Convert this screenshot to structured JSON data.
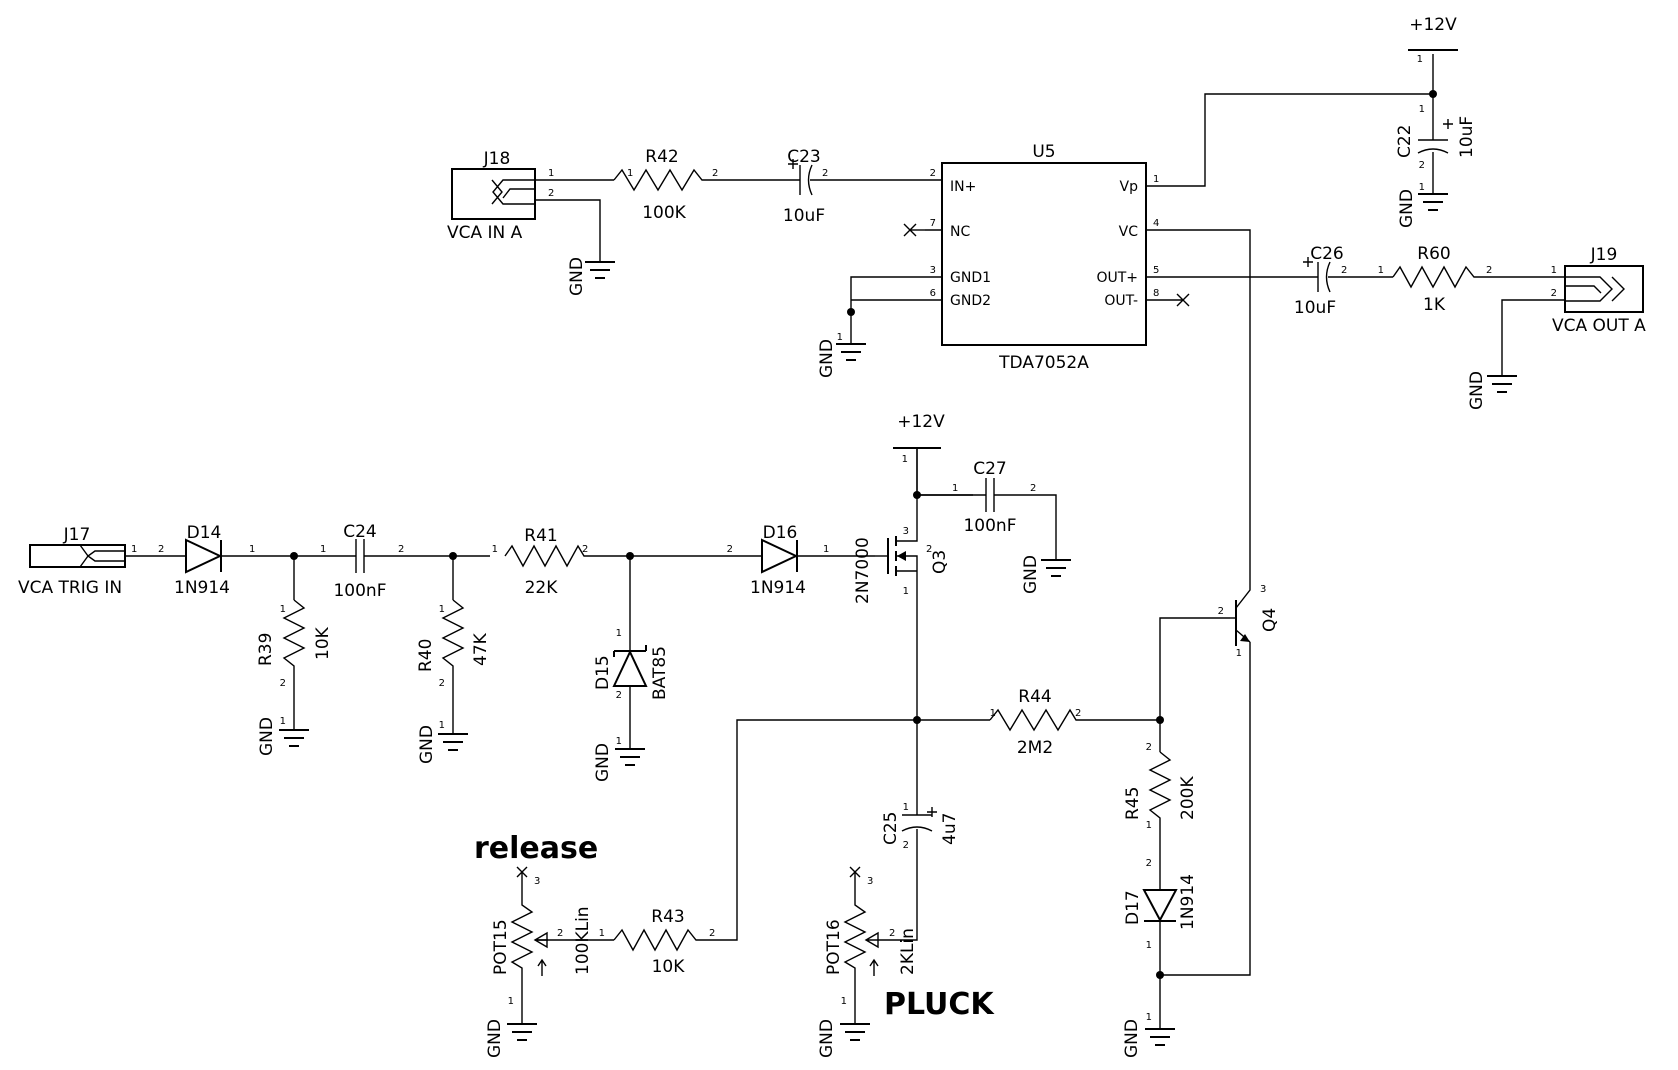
{
  "rails": {
    "vcc": "+12V",
    "gnd": "GND"
  },
  "pins": {
    "p1": "1",
    "p2": "2",
    "p3": "3",
    "p4": "4",
    "p5": "5",
    "p6": "6",
    "p7": "7",
    "p8": "8"
  },
  "u5": {
    "ref": "U5",
    "part": "TDA7052A",
    "pins": {
      "in_plus": "IN+",
      "nc": "NC",
      "gnd1": "GND1",
      "gnd2": "GND2",
      "vp": "Vp",
      "vc": "VC",
      "out_plus": "OUT+",
      "out_minus": "OUT-"
    }
  },
  "connectors": {
    "j18": {
      "ref": "J18",
      "label": "VCA  IN  A"
    },
    "j19": {
      "ref": "J19",
      "label": "VCA  OUT  A"
    },
    "j17": {
      "ref": "J17",
      "label": "VCA   TRIG  IN"
    }
  },
  "resistors": {
    "r42": {
      "ref": "R42",
      "value": "100K"
    },
    "r60": {
      "ref": "R60",
      "value": "1K"
    },
    "r41": {
      "ref": "R41",
      "value": "22K"
    },
    "r39": {
      "ref": "R39",
      "value": "10K"
    },
    "r40": {
      "ref": "R40",
      "value": "47K"
    },
    "r44": {
      "ref": "R44",
      "value": "2M2"
    },
    "r45": {
      "ref": "R45",
      "value": "200K"
    },
    "r43": {
      "ref": "R43",
      "value": "10K"
    }
  },
  "capacitors": {
    "c23": {
      "ref": "C23",
      "value": "10uF"
    },
    "c22": {
      "ref": "C22",
      "value": "10uF"
    },
    "c26": {
      "ref": "C26",
      "value": "10uF"
    },
    "c24": {
      "ref": "C24",
      "value": "100nF"
    },
    "c27": {
      "ref": "C27",
      "value": "100nF"
    },
    "c25": {
      "ref": "C25",
      "value": "4u7"
    }
  },
  "diodes": {
    "d14": {
      "ref": "D14",
      "value": "1N914"
    },
    "d16": {
      "ref": "D16",
      "value": "1N914"
    },
    "d15": {
      "ref": "D15",
      "value": "BAT85"
    },
    "d17": {
      "ref": "D17",
      "value": "1N914"
    }
  },
  "transistors": {
    "q3": {
      "ref": "Q3",
      "value": "2N7000"
    },
    "q4": {
      "ref": "Q4"
    }
  },
  "pots": {
    "pot15": {
      "ref": "POT15",
      "value": "100KLin"
    },
    "pot16": {
      "ref": "POT16",
      "value": "2KLin"
    }
  },
  "annotations": {
    "release": "release",
    "pluck": "PLUCK"
  }
}
